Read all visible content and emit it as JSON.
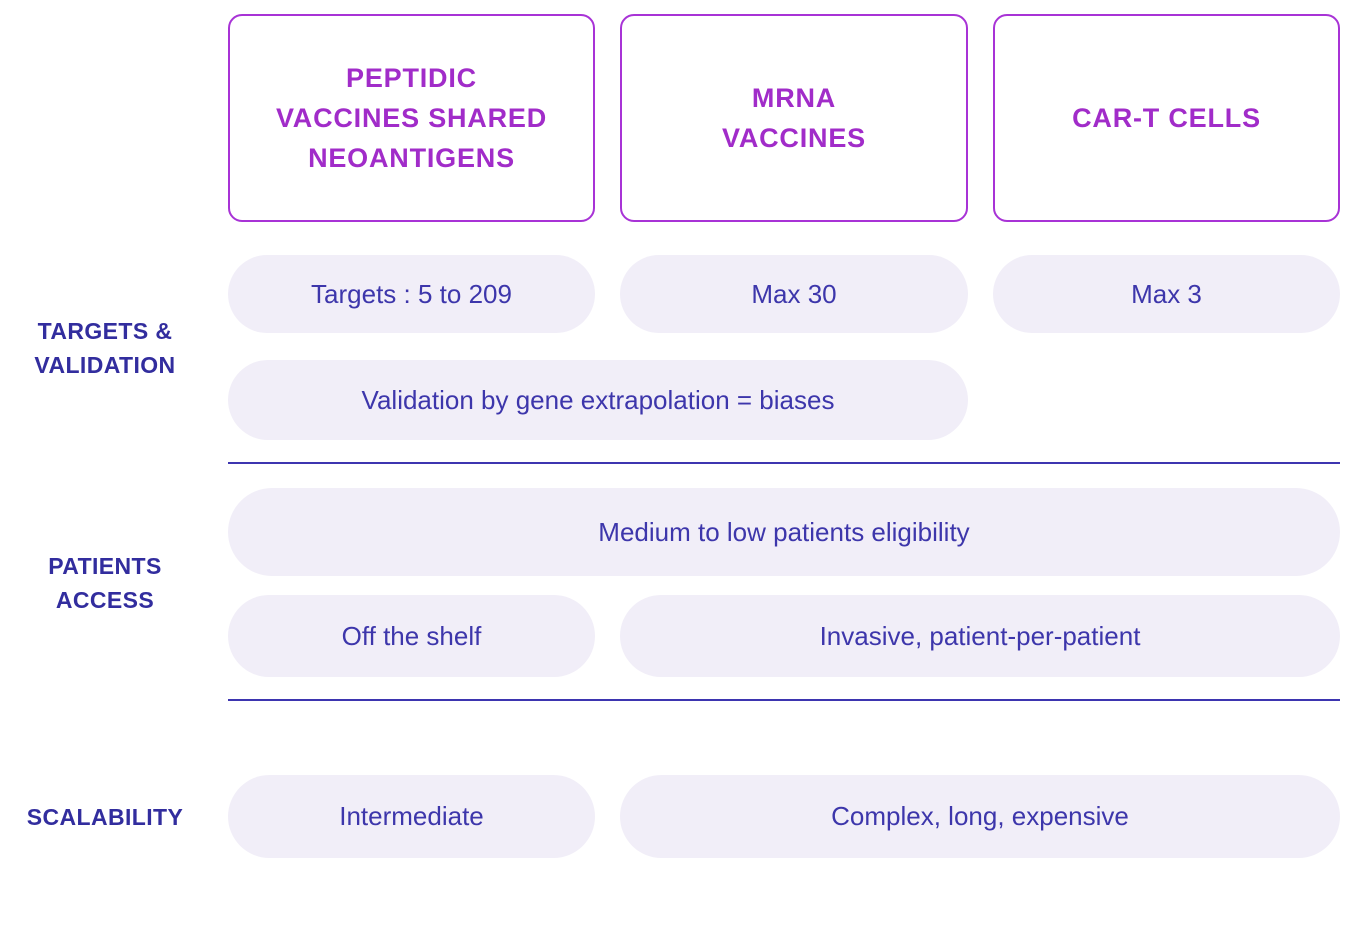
{
  "colors": {
    "background": "#ffffff",
    "header_text_purple": "#a12cc9",
    "header_border_purple": "#a833d6",
    "pill_background": "#f1eef8",
    "pill_text_indigo": "#3d36ab",
    "row_label_indigo": "#322d9e",
    "divider_indigo": "#3d35b0"
  },
  "columns": [
    {
      "id": "peptidic-vaccines",
      "lines": [
        "PEPTIDIC",
        "VACCINES SHARED",
        "NEOANTIGENS"
      ]
    },
    {
      "id": "mrna-vaccines",
      "lines": [
        "MRNA",
        "VACCINES"
      ]
    },
    {
      "id": "car-t-cells",
      "lines": [
        "CAR-T CELLS"
      ]
    }
  ],
  "rows": [
    {
      "label_lines": [
        "TARGETS &",
        "VALIDATION"
      ],
      "cells": {
        "peptidic": "Targets : 5 to 209",
        "mrna": "Max 30",
        "cart": "Max 3",
        "peptidic_mrna_shared": "Validation by gene extrapolation = biases"
      }
    },
    {
      "label_lines": [
        "PATIENTS",
        "ACCESS"
      ],
      "cells": {
        "all_columns": "Medium to low patients eligibility",
        "peptidic": "Off the shelf",
        "mrna_cart_shared": "Invasive, patient-per-patient"
      }
    },
    {
      "label_lines": [
        "SCALABILITY"
      ],
      "cells": {
        "peptidic": "Intermediate",
        "mrna_cart_shared": "Complex, long, expensive"
      }
    }
  ]
}
